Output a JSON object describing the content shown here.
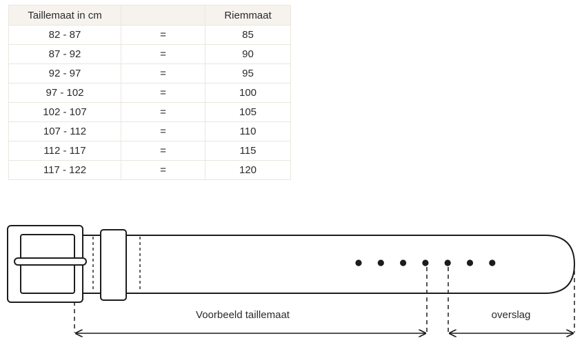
{
  "table": {
    "headers": [
      "Taillemaat in cm",
      "",
      "Riemmaat"
    ],
    "rows": [
      {
        "waist": "82 - 87",
        "sep": "=",
        "belt": "85"
      },
      {
        "waist": "87 - 92",
        "sep": "=",
        "belt": "90"
      },
      {
        "waist": "92 - 97",
        "sep": "=",
        "belt": "95"
      },
      {
        "waist": "97 - 102",
        "sep": "=",
        "belt": "100"
      },
      {
        "waist": "102 - 107",
        "sep": "=",
        "belt": "105"
      },
      {
        "waist": "107 - 112",
        "sep": "=",
        "belt": "110"
      },
      {
        "waist": "112 - 117",
        "sep": "=",
        "belt": "115"
      },
      {
        "waist": "117 - 122",
        "sep": "=",
        "belt": "120"
      }
    ]
  },
  "diagram": {
    "waist_label": "Voorbeeld taillemaat",
    "overlap_label": "overslag",
    "hole_count": 7
  },
  "colors": {
    "header_bg": "#f6f3ee",
    "border": "#ebe6de",
    "line": "#1c1c1c"
  }
}
